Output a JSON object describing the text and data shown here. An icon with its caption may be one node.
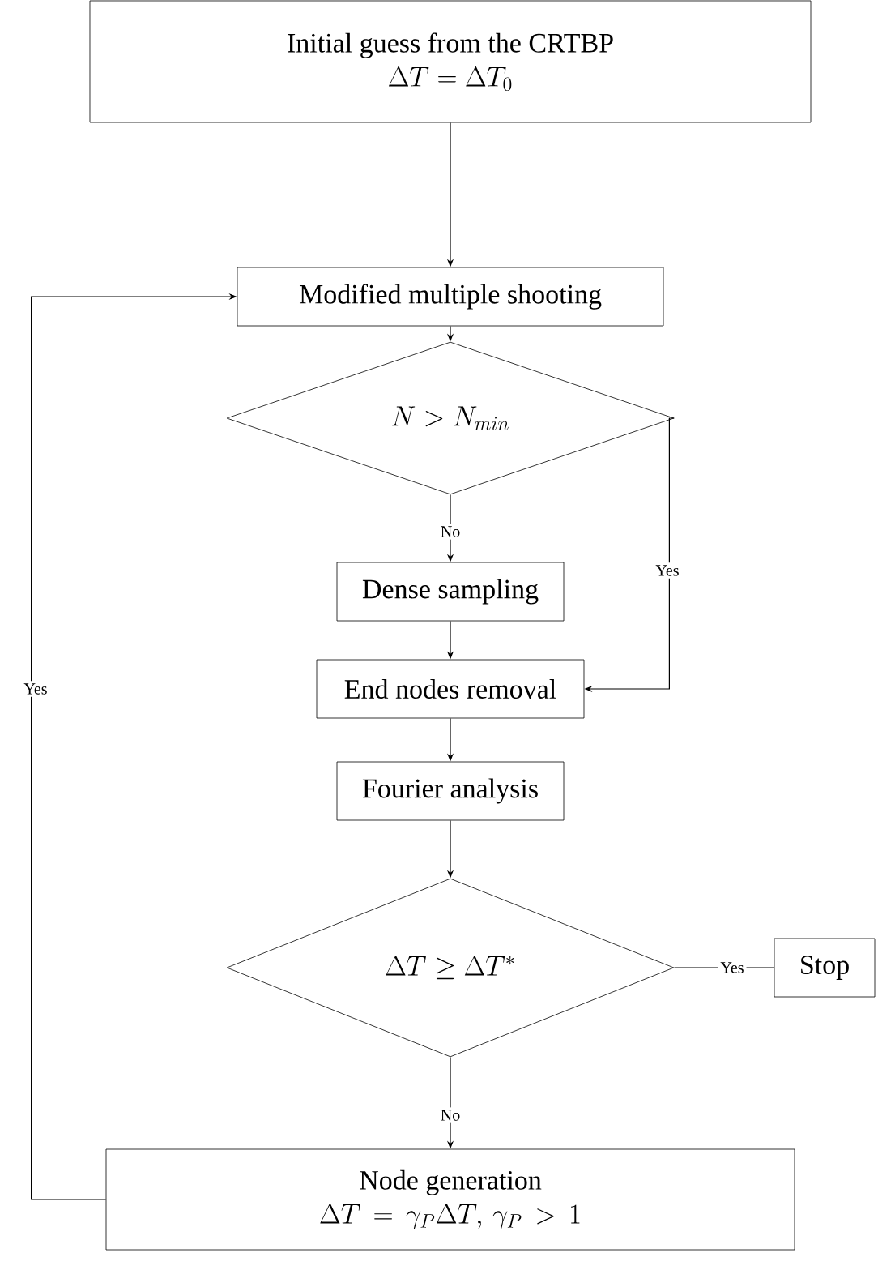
{
  "diagram": {
    "nodes": [
      {
        "text": [
          "Initial guess from the CRTBP",
          "\\Delta T = \\Delta T_0"
        ]
      },
      {
        "text": [
          "Modified multiple shooting"
        ]
      },
      {
        "text": [
          "N > N_{min}"
        ]
      },
      {
        "text": [
          "Dense sampling"
        ]
      },
      {
        "text": [
          "End nodes removal"
        ]
      },
      {
        "text": [
          "Fourier analysis"
        ]
      },
      {
        "text": [
          "\\Delta T \\geq \\Delta T^*"
        ]
      },
      {
        "text": [
          "Stop"
        ]
      },
      {
        "text": [
          "Node generation",
          "\\Delta T\\, =\\, \\gamma_P \\Delta T,\\, \\gamma_P\\, >\\, 1"
        ]
      }
    ],
    "edges": [
      {
        "from": 0,
        "to": 1,
        "arrow": "to"
      },
      {
        "from": 1,
        "to": 2,
        "arrow": "to"
      },
      {
        "from": 2,
        "to": 3,
        "arrow": "to",
        "label": "No"
      },
      {
        "from": 2,
        "to": 4,
        "arrow": "to",
        "label": "Yes"
      },
      {
        "from": 3,
        "to": 4,
        "arrow": "to"
      },
      {
        "from": 4,
        "to": 5,
        "arrow": "to"
      },
      {
        "from": 5,
        "to": 6,
        "arrow": "to"
      },
      {
        "from": 6,
        "to": 7,
        "arrow": "none",
        "label": "Yes"
      },
      {
        "from": 6,
        "to": 8,
        "arrow": "to",
        "label": "No"
      },
      {
        "from": 8,
        "to": 1,
        "arrow": "to",
        "label": "Yes"
      }
    ]
  }
}
